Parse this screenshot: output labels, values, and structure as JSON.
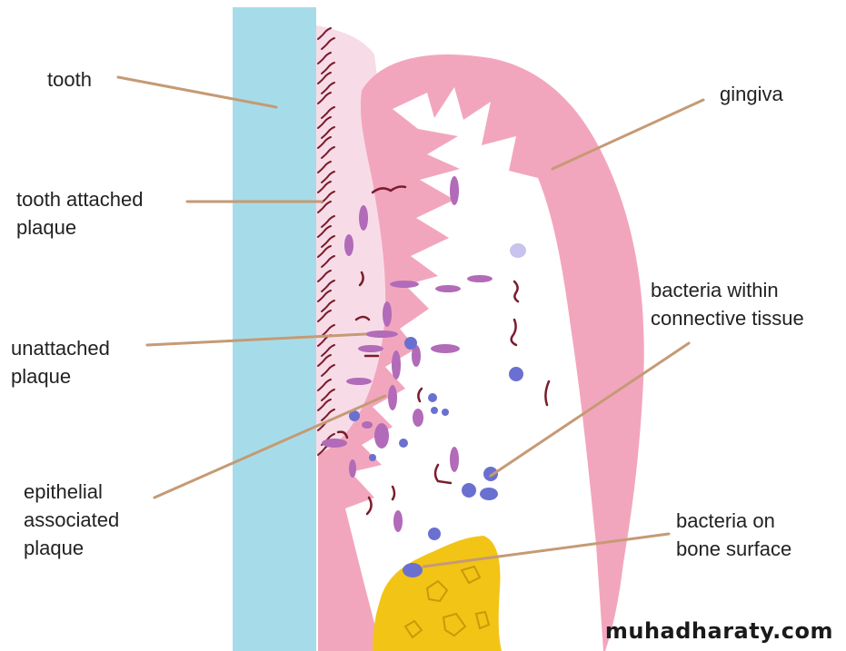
{
  "labels": {
    "tooth": "tooth",
    "tooth_attached_plaque": [
      "tooth attached",
      "plaque"
    ],
    "unattached_plaque": [
      "unattached",
      "plaque"
    ],
    "epithelial_associated_plaque": [
      "epithelial",
      "associated",
      "plaque"
    ],
    "gingiva": "gingiva",
    "bacteria_connective": [
      "bacteria within",
      "connective tissue"
    ],
    "bacteria_bone": [
      "bacteria on",
      "bone surface"
    ]
  },
  "watermark": "muhadharaty.com",
  "colors": {
    "tooth": "#a6dce9",
    "gingiva": "#f2a6bd",
    "plaque_zone": "#f7dce8",
    "bone": "#f2c416",
    "bacteria_rod": "#b16bb8",
    "bacteria_coccus": "#6a70d0",
    "bacteria_spirochete": "#7a1c2c",
    "leader_line": "#c69a74"
  }
}
